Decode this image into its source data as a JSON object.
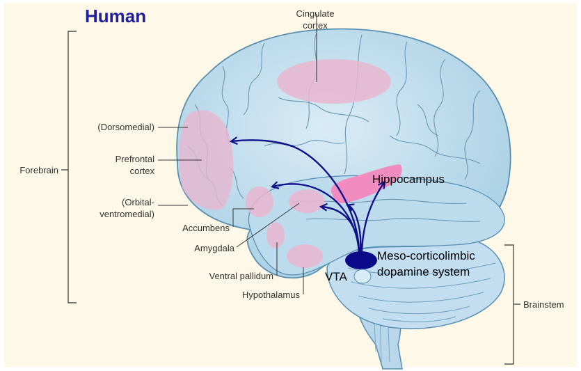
{
  "title": "Human",
  "labels": {
    "cingulate_1": "Cingulate",
    "cingulate_2": "cortex",
    "dorsomedial": "(Dorsomedial)",
    "prefrontal_1": "Prefrontal",
    "prefrontal_2": "cortex",
    "orbital_1": "(Orbital-",
    "orbital_2": "ventromedial)",
    "accumbens": "Accumbens",
    "amygdala": "Amygdala",
    "ventral_pallidum": "Ventral pallidum",
    "hypothalamus": "Hypothalamus",
    "forebrain": "Forebrain",
    "brainstem": "Brainstem",
    "hippocampus": "Hippocampus",
    "vta": "VTA",
    "meso_1": "Meso-corticolimbic",
    "meso_2": "dopamine system"
  },
  "colors": {
    "background": "#fdf8e8",
    "brain_fill": "#c5e0ef",
    "brain_stroke": "#5a8fb0",
    "region_fill": "#e7b6cf",
    "hippocampus_fill": "#f08cc0",
    "pathway": "#10108a",
    "title": "#1f1f9e"
  }
}
